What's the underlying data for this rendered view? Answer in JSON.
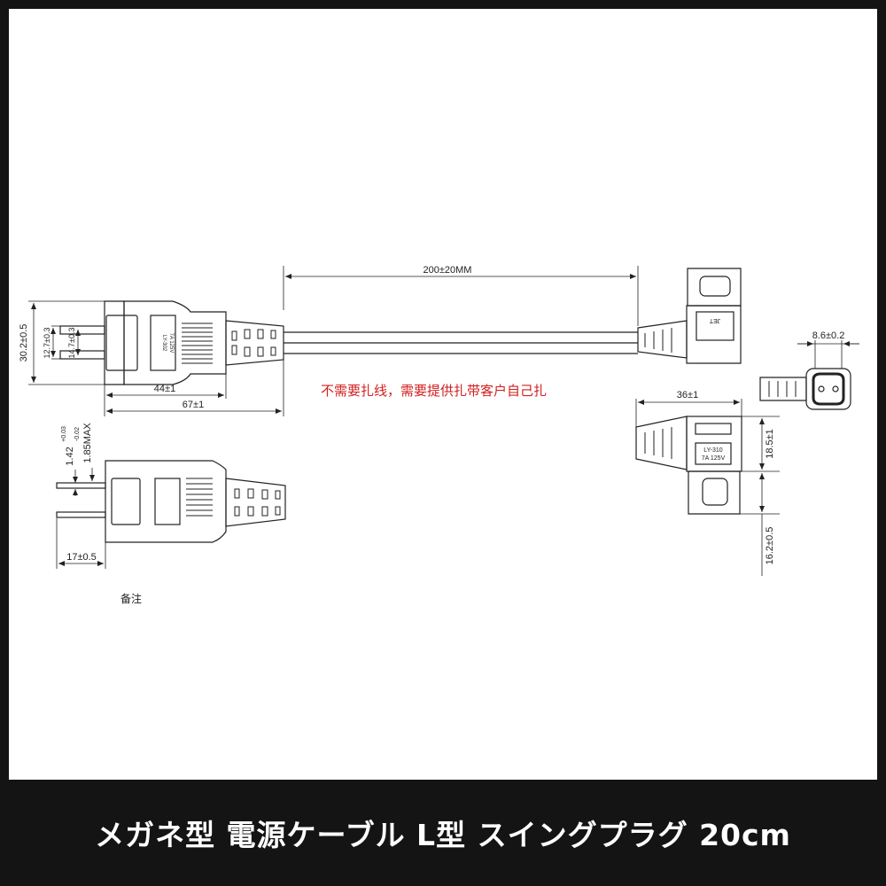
{
  "drawing": {
    "cable_length": "200±20MM",
    "plug_dims": {
      "height": "30.2±0.5",
      "pin_spacing": "12.7±0.3",
      "pin_width": "14.7±0.3",
      "body_length": "44±1",
      "overall_length": "67±1",
      "pin_thickness_main": "1.42",
      "pin_tol_upper": "+0.03",
      "pin_tol_lower": "-0.02",
      "pin_max": "1.85MAX",
      "pin_length": "17±0.5"
    },
    "connector_dims": {
      "width": "8.6±0.2",
      "length": "36±1",
      "height_a": "18.5±1",
      "height_b": "16.2±0.5"
    },
    "plug_label": {
      "model": "LY-302",
      "rating": "7A 125V"
    },
    "connector_label": {
      "model": "LY-310",
      "rating": "7A 125V",
      "mark": "JET"
    },
    "note": "不需要扎线，需要提供扎带客户自己扎",
    "remark": "备注"
  },
  "footer": {
    "title": "メガネ型 電源ケーブル L型 スイングプラグ 20cm"
  },
  "colors": {
    "background": "#141414",
    "panel": "#ffffff",
    "line": "#222222",
    "note_red": "#d21f1f",
    "footer_text": "#ffffff"
  }
}
